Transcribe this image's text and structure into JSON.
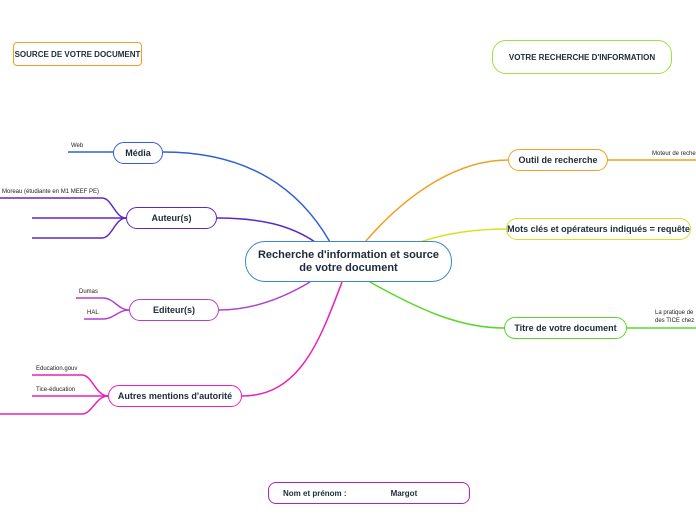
{
  "central": {
    "line1": "Recherche d'information et source",
    "line2": "de votre document"
  },
  "headers": {
    "source": "SOURCE DE VOTRE DOCUMENT",
    "recherche": "VOTRE RECHERCHE D'INFORMATION"
  },
  "left": {
    "media": {
      "label": "Média",
      "leaves": [
        "Web"
      ]
    },
    "auteurs": {
      "label": "Auteur(s)",
      "leaves": [
        "Moreau (étudiante en M1 MEEF PE)"
      ]
    },
    "editeurs": {
      "label": "Editeur(s)",
      "leaves": [
        "Dumas",
        "HAL"
      ]
    },
    "autres": {
      "label": "Autres mentions d'autorité",
      "leaves": [
        "Education.gouv",
        "Tice-éducation"
      ]
    }
  },
  "right": {
    "outil": {
      "label": "Outil de recherche",
      "leaves": [
        "Moteur de reche"
      ]
    },
    "mots": {
      "label": "Mots clés et opérateurs indiqués = requête"
    },
    "titre": {
      "label": "Titre de votre document",
      "leaves": [
        "La pratique de",
        "des TICE chez"
      ]
    }
  },
  "nom": {
    "label": "Nom et prénom :",
    "value": "Margot"
  },
  "colors": {
    "central": "#3a89c9",
    "media": "#3060d8",
    "auteurs": "#5a28c8",
    "editeurs": "#b040d0",
    "autres": "#e820b8",
    "outil": "#f0a020",
    "mots": "#d8e020",
    "titre": "#58d828",
    "source_header": "#f0a020",
    "recherche_header": "#a0e040",
    "nom": "#b020c8"
  }
}
